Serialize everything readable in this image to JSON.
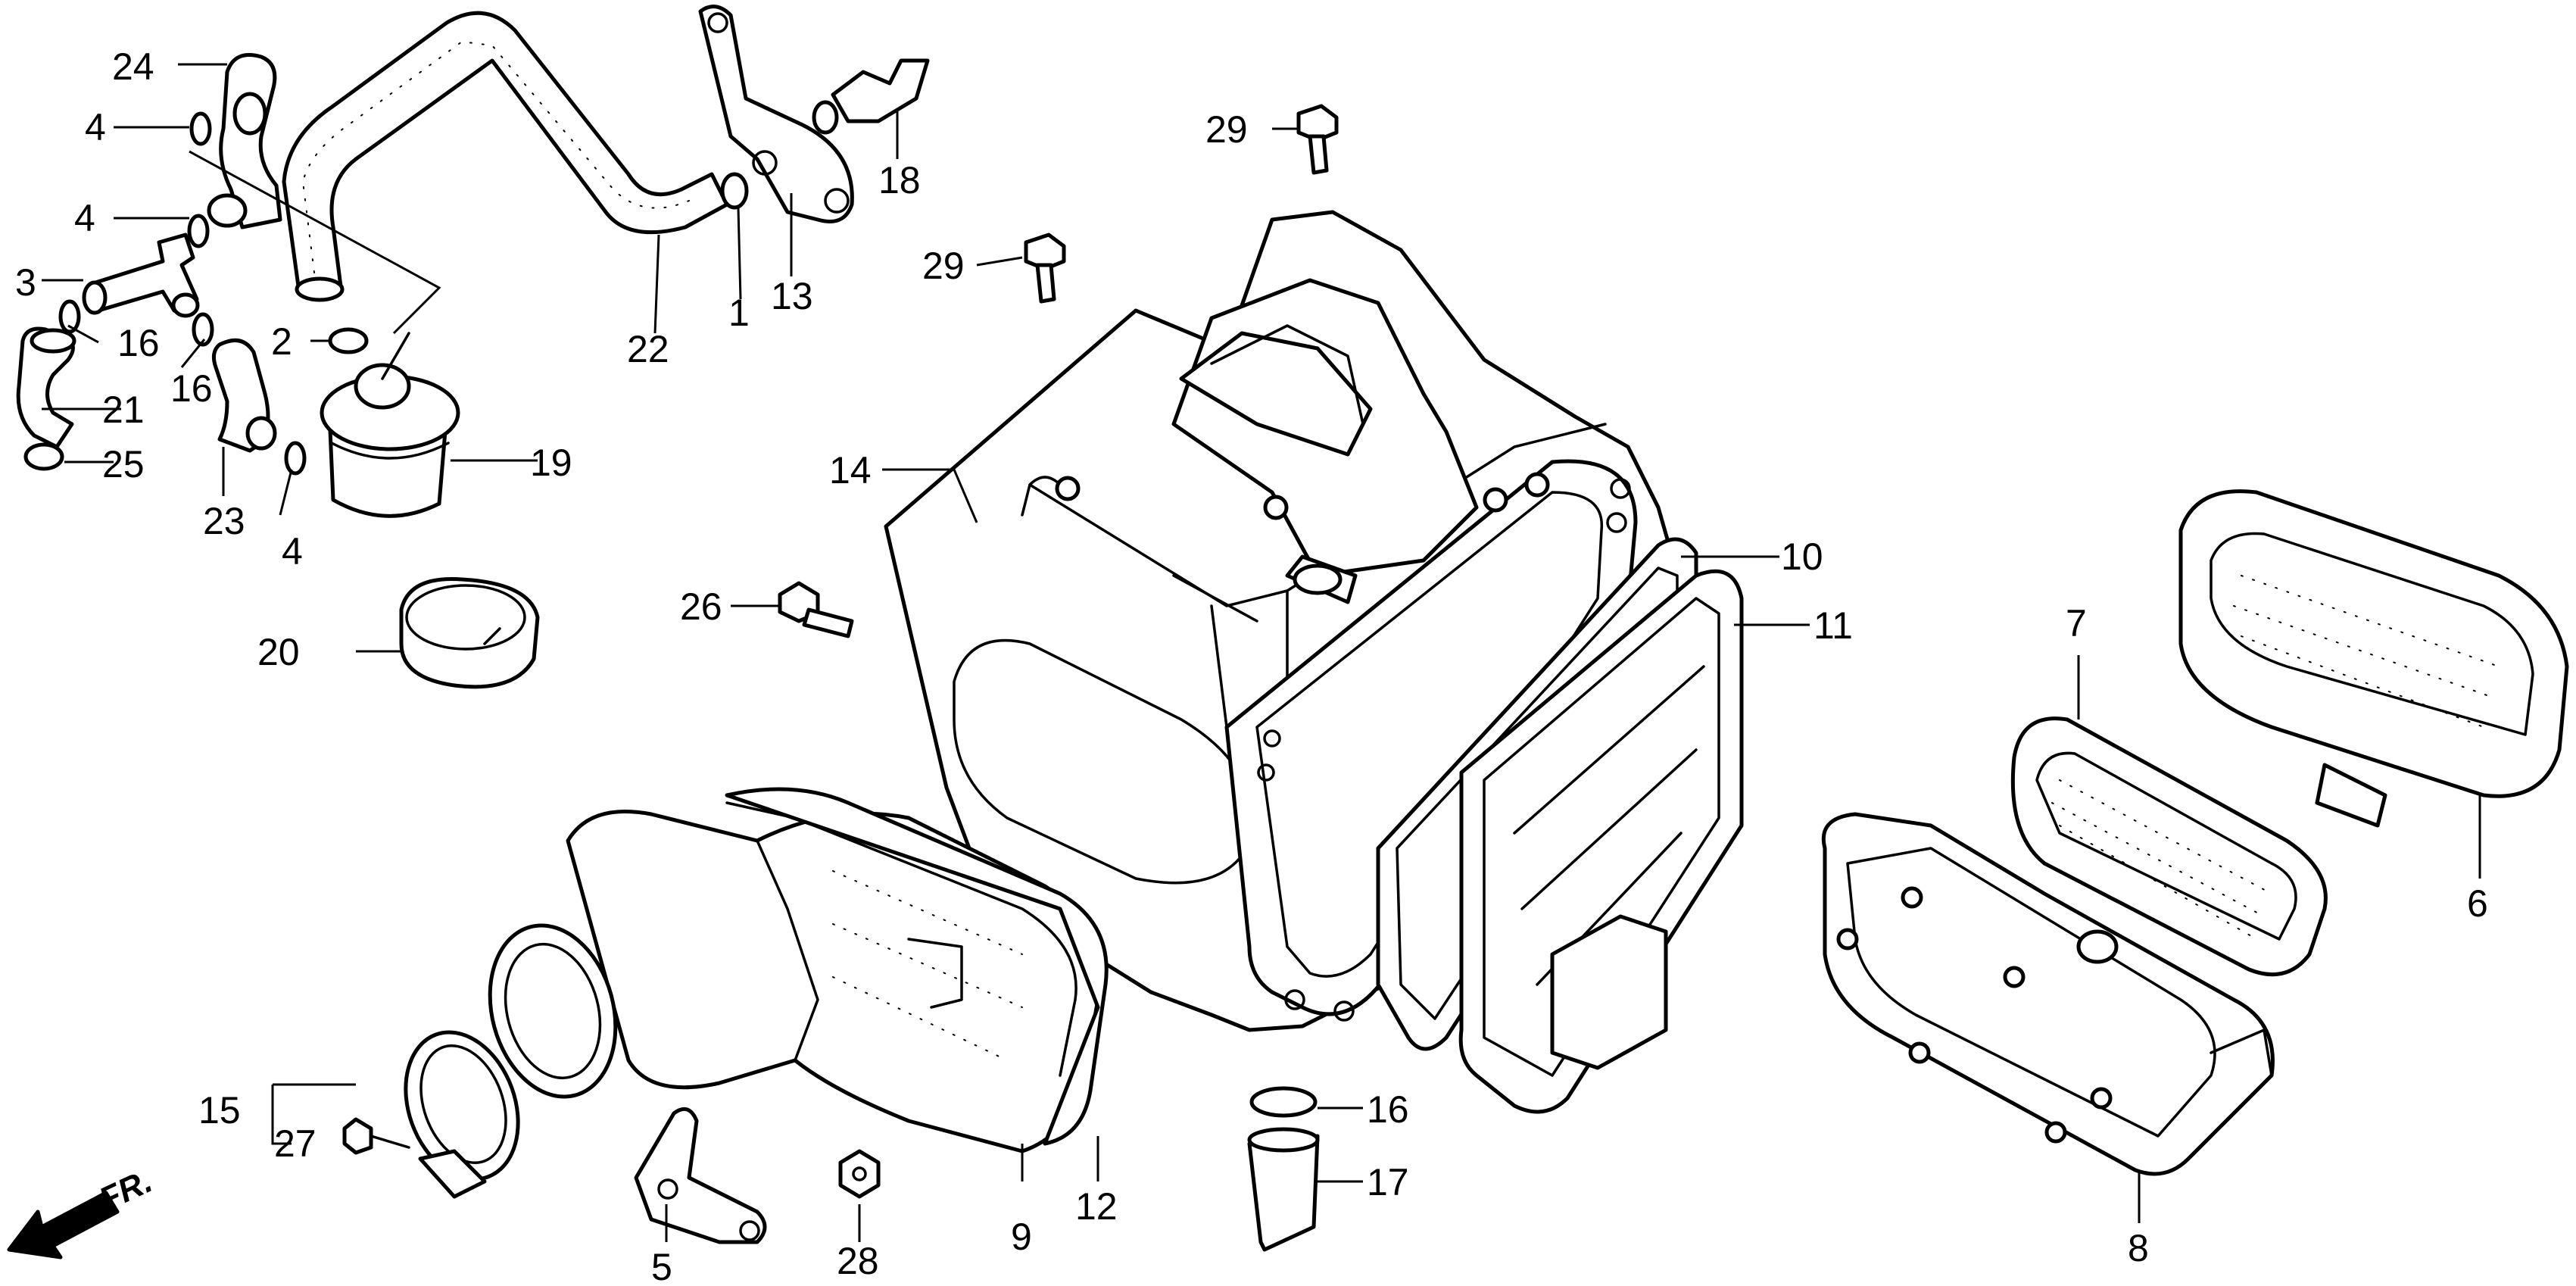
{
  "direction_label": "FR.",
  "part_numbers": {
    "p1": "1",
    "p2": "2",
    "p3": "3",
    "p4": "4",
    "p5": "5",
    "p6": "6",
    "p7": "7",
    "p8": "8",
    "p9": "9",
    "p10": "10",
    "p11": "11",
    "p12": "12",
    "p13": "13",
    "p14": "14",
    "p15": "15",
    "p16": "16",
    "p17": "17",
    "p18": "18",
    "p19": "19",
    "p20": "20",
    "p21": "21",
    "p22": "22",
    "p23": "23",
    "p24": "24",
    "p25": "25",
    "p26": "26",
    "p27": "27",
    "p28": "28",
    "p29": "29"
  }
}
